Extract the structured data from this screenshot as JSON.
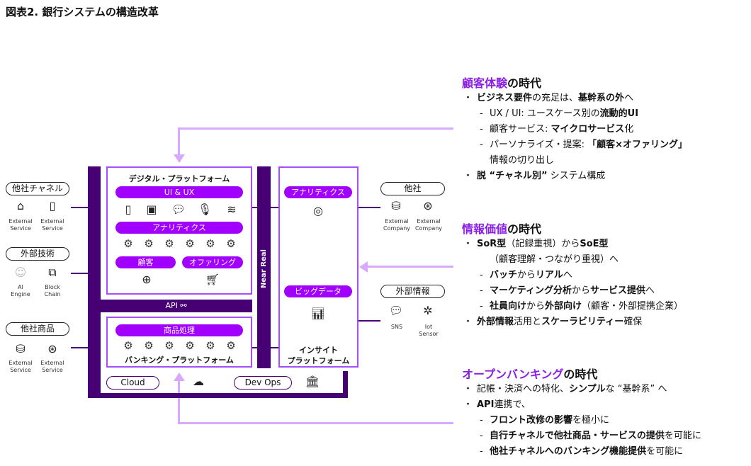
{
  "title": "図表2. 銀行システムの構造改革",
  "colors": {
    "accent": "#a100ff",
    "dark": "#460073",
    "arrow": "#d9a8ff"
  },
  "left_groups": [
    {
      "label": "他社チャネル",
      "items": [
        {
          "icon": "storefront-icon",
          "caption1": "External",
          "caption2": "Service"
        },
        {
          "icon": "mobile-phone-icon",
          "caption1": "External",
          "caption2": "Service"
        }
      ]
    },
    {
      "label": "外部技術",
      "items": [
        {
          "icon": "ai-head-icon",
          "caption1": "AI",
          "caption2": "Engine"
        },
        {
          "icon": "blocks-icon",
          "caption1": "Block",
          "caption2": "Chain"
        }
      ]
    },
    {
      "label": "他社商品",
      "items": [
        {
          "icon": "database-home-icon",
          "caption1": "External",
          "caption2": "Service"
        },
        {
          "icon": "globe-cycle-icon",
          "caption1": "External",
          "caption2": "Service"
        }
      ]
    }
  ],
  "digital_platform": {
    "title": "デジタル・プラットフォーム",
    "uiux": "UI & UX",
    "analytics": "アナリティクス",
    "customer": "顧客",
    "offering": "オファリング"
  },
  "api": "API",
  "banking_platform": {
    "processing": "商品処理",
    "title": "バンキング・プラットフォーム"
  },
  "near_real": "Near Real",
  "insight_platform": {
    "analytics": "アナリティクス",
    "bigdata": "ビッグデータ",
    "title1": "インサイト",
    "title2": "プラットフォーム"
  },
  "right_groups": [
    {
      "label": "他社",
      "items": [
        {
          "caption1": "External",
          "caption2": "Company"
        },
        {
          "caption1": "External",
          "caption2": "Company"
        }
      ]
    },
    {
      "label": "外部情報",
      "items": [
        {
          "caption1": "SNS",
          "caption2": ""
        },
        {
          "caption1": "Iot",
          "caption2": "Sensor"
        }
      ]
    }
  ],
  "bottom": {
    "cloud": "Cloud",
    "devops": "Dev Ops"
  },
  "sections": [
    {
      "accent": "顧客体験",
      "rest": "の時代",
      "lines": [
        {
          "type": "bullet",
          "segs": [
            {
              "t": "ビジネス要件",
              "b": true
            },
            {
              "t": "の充足は、"
            },
            {
              "t": "基幹系の外",
              "b": true
            },
            {
              "t": "へ"
            }
          ]
        },
        {
          "type": "dash",
          "segs": [
            {
              "t": "UX / UI: ユースケース別の"
            },
            {
              "t": "流動的UI",
              "b": true
            }
          ]
        },
        {
          "type": "dash",
          "segs": [
            {
              "t": "顧客サービス: "
            },
            {
              "t": "マイクロサービス",
              "b": true
            },
            {
              "t": "化"
            }
          ]
        },
        {
          "type": "dash",
          "segs": [
            {
              "t": "パーソナライズ・提案: "
            },
            {
              "t": "「顧客×オファリング」",
              "b": true
            }
          ]
        },
        {
          "type": "cont",
          "segs": [
            {
              "t": "情報の切り出し"
            }
          ]
        },
        {
          "type": "bullet",
          "segs": [
            {
              "t": "脱 “チャネル別”",
              "b": true
            },
            {
              "t": " システム構成"
            }
          ]
        }
      ]
    },
    {
      "accent": "情報価値",
      "rest": "の時代",
      "lines": [
        {
          "type": "bullet",
          "segs": [
            {
              "t": "SoR型",
              "b": true
            },
            {
              "t": "（記録重視）から"
            },
            {
              "t": "SoE型",
              "b": true
            }
          ]
        },
        {
          "type": "cont",
          "segs": [
            {
              "t": "（顧客理解・つながり重視）へ"
            }
          ]
        },
        {
          "type": "dash",
          "segs": [
            {
              "t": "バッチ",
              "b": true
            },
            {
              "t": "から"
            },
            {
              "t": "リアル",
              "b": true
            },
            {
              "t": "へ"
            }
          ]
        },
        {
          "type": "dash",
          "segs": [
            {
              "t": "マーケティング分析",
              "b": true
            },
            {
              "t": "から"
            },
            {
              "t": "サービス提供",
              "b": true
            },
            {
              "t": "へ"
            }
          ]
        },
        {
          "type": "dash",
          "segs": [
            {
              "t": "社員向け",
              "b": true
            },
            {
              "t": "から"
            },
            {
              "t": "外部向け",
              "b": true
            },
            {
              "t": "（顧客・外部提携企業）"
            }
          ]
        },
        {
          "type": "bullet",
          "segs": [
            {
              "t": "外部情報",
              "b": true
            },
            {
              "t": "活用と"
            },
            {
              "t": "スケーラビリティー",
              "b": true
            },
            {
              "t": "確保"
            }
          ]
        }
      ]
    },
    {
      "accent": "オープンバンキング",
      "rest": "の時代",
      "lines": [
        {
          "type": "bullet",
          "segs": [
            {
              "t": "記帳・決済への特化、"
            },
            {
              "t": "シンプル",
              "b": true
            },
            {
              "t": "な “基幹系” へ"
            }
          ]
        },
        {
          "type": "bullet",
          "segs": [
            {
              "t": "API",
              "b": true
            },
            {
              "t": "連携で、"
            }
          ]
        },
        {
          "type": "dash",
          "segs": [
            {
              "t": "フロント改修の影響",
              "b": true
            },
            {
              "t": "を極小に"
            }
          ]
        },
        {
          "type": "dash",
          "segs": [
            {
              "t": "自行チャネルで他社商品・サービスの提供",
              "b": true
            },
            {
              "t": "を可能に"
            }
          ]
        },
        {
          "type": "dash",
          "segs": [
            {
              "t": "他社チャネルへのバンキング機能提供",
              "b": true
            },
            {
              "t": "を可能に"
            }
          ]
        }
      ]
    }
  ]
}
